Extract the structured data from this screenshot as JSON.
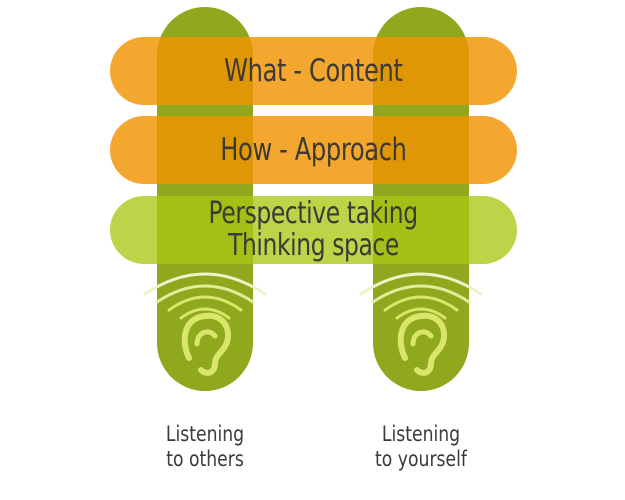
{
  "bars": [
    {
      "label": "What - Content",
      "color": "#f29400"
    },
    {
      "label": "How - Approach",
      "color": "#f29400"
    },
    {
      "lines": [
        "Perspective taking",
        "Thinking space"
      ],
      "color": "#aac614"
    }
  ],
  "pillars": [
    {
      "caption": [
        "Listening",
        "to others"
      ],
      "icon": "listening-ear-icon"
    },
    {
      "caption": [
        "Listening",
        "to yourself"
      ],
      "icon": "listening-ear-icon"
    }
  ],
  "colors": {
    "pillar": "#8fa81e",
    "ear": "#d9e66a",
    "text": "#3d3a35"
  }
}
